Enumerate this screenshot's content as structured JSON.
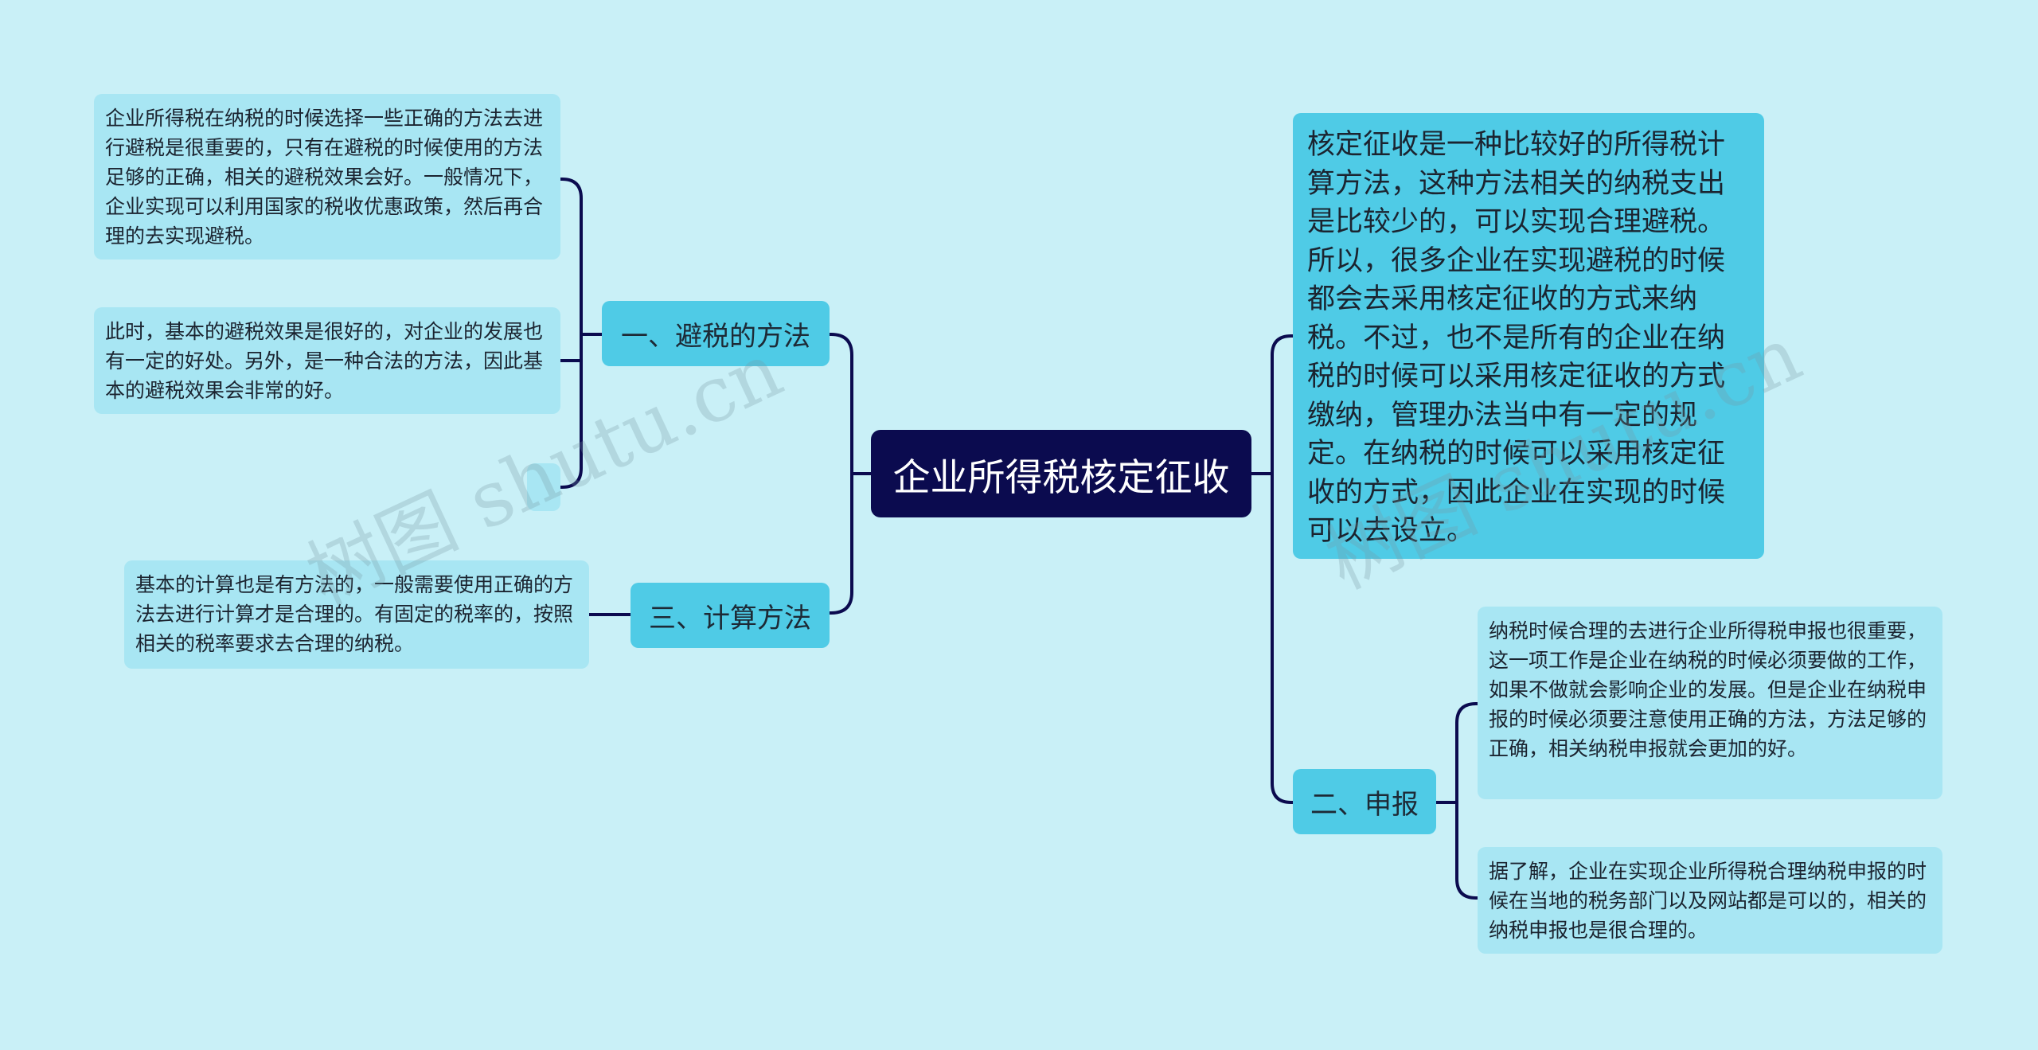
{
  "root": {
    "title": "企业所得税核定征收"
  },
  "branches": {
    "b1": {
      "label": "一、避税的方法"
    },
    "b2": {
      "label": "二、申报"
    },
    "b3": {
      "label": "三、计算方法"
    }
  },
  "leaves": {
    "l1a": "企业所得税在纳税的时候选择一些正确的方法去进行避税是很重要的，只有在避税的时候使用的方法足够的正确，相关的避税效果会好。一般情况下，企业实现可以利用国家的税收优惠政策，然后再合理的去实现避税。",
    "l1b": "此时，基本的避税效果是很好的，对企业的发展也有一定的好处。另外，是一种合法的方法，因此基本的避税效果会非常的好。",
    "l1c": "",
    "l3a": "基本的计算也是有方法的，一般需要使用正确的方法去进行计算才是合理的。有固定的税率的，按照相关的税率要求去合理的纳税。",
    "r1": "核定征收是一种比较好的所得税计算方法，这种方法相关的纳税支出是比较少的，可以实现合理避税。所以，很多企业在实现避税的时候都会去采用核定征收的方式来纳税。不过，也不是所有的企业在纳税的时候可以采用核定征收的方式缴纳，管理办法当中有一定的规定。在纳税的时候可以采用核定征收的方式，因此企业在实现的时候可以去设立。",
    "l2a": "纳税时候合理的去进行企业所得税申报也很重要，这一项工作是企业在纳税的时候必须要做的工作，如果不做就会影响企业的发展。但是企业在纳税申报的时候必须要注意使用正确的方法，方法足够的正确，相关纳税申报就会更加的好。",
    "l2b": "据了解，企业在实现企业所得税合理纳税申报的时候在当地的税务部门以及网站都是可以的，相关的纳税申报也是很合理的。"
  },
  "watermark": {
    "left": "树图 shutu.cn",
    "right": "树图 shutu.cn"
  },
  "colors": {
    "background": "#c9f0f7",
    "root": "#0b0b4f",
    "branch": "#4fcbe6",
    "leaf": "#a8e6f3",
    "line": "#0b0b4f"
  }
}
